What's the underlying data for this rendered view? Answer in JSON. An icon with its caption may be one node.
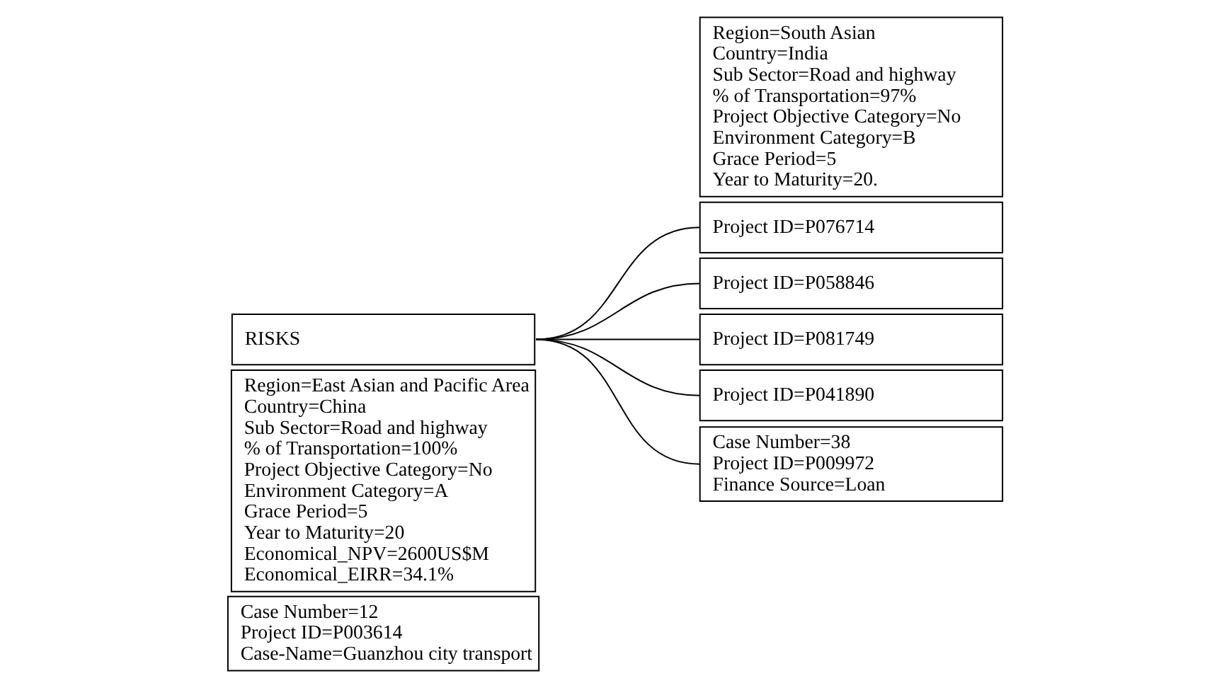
{
  "diagram": {
    "nodes": [
      {
        "text": [
          "Case Number=12",
          "Project ID=P003614",
          "Case-Name=Guanzhou city transport"
        ]
      },
      {
        "text": [
          "Region=East Asian and Pacific Area",
          "Country=China",
          "Sub Sector=Road and highway",
          "% of Transportation=100%",
          "Project Objective Category=No",
          "Environment Category=A",
          "Grace Period=5",
          "Year to Maturity=20",
          "Economical_NPV=2600US$M",
          "Economical_EIRR=34.1%"
        ]
      },
      {
        "text": [
          "RISKS"
        ]
      },
      {
        "text": [
          "Project ID=P076714"
        ]
      },
      {
        "text": [
          "Project ID=P058846"
        ]
      },
      {
        "text": [
          "Project ID=P081749"
        ]
      },
      {
        "text": [
          "Project ID=P041890"
        ]
      },
      {
        "text": [
          "Case Number=38",
          "Project ID=P009972",
          "Finance Source=Loan"
        ]
      },
      {
        "text": [
          "Region=South Asian",
          "Country=India",
          "Sub Sector=Road and highway",
          "% of Transportation=97%",
          "Project Objective Category=No",
          "Environment Category=B",
          "Grace Period=5",
          "Year to Maturity=20."
        ]
      }
    ],
    "edges": [
      {
        "from": 2,
        "to": 3,
        "arrow": "none"
      },
      {
        "from": 2,
        "to": 4,
        "arrow": "none"
      },
      {
        "from": 2,
        "to": 5,
        "arrow": "none"
      },
      {
        "from": 2,
        "to": 6,
        "arrow": "none"
      },
      {
        "from": 2,
        "to": 7,
        "arrow": "none"
      }
    ]
  }
}
